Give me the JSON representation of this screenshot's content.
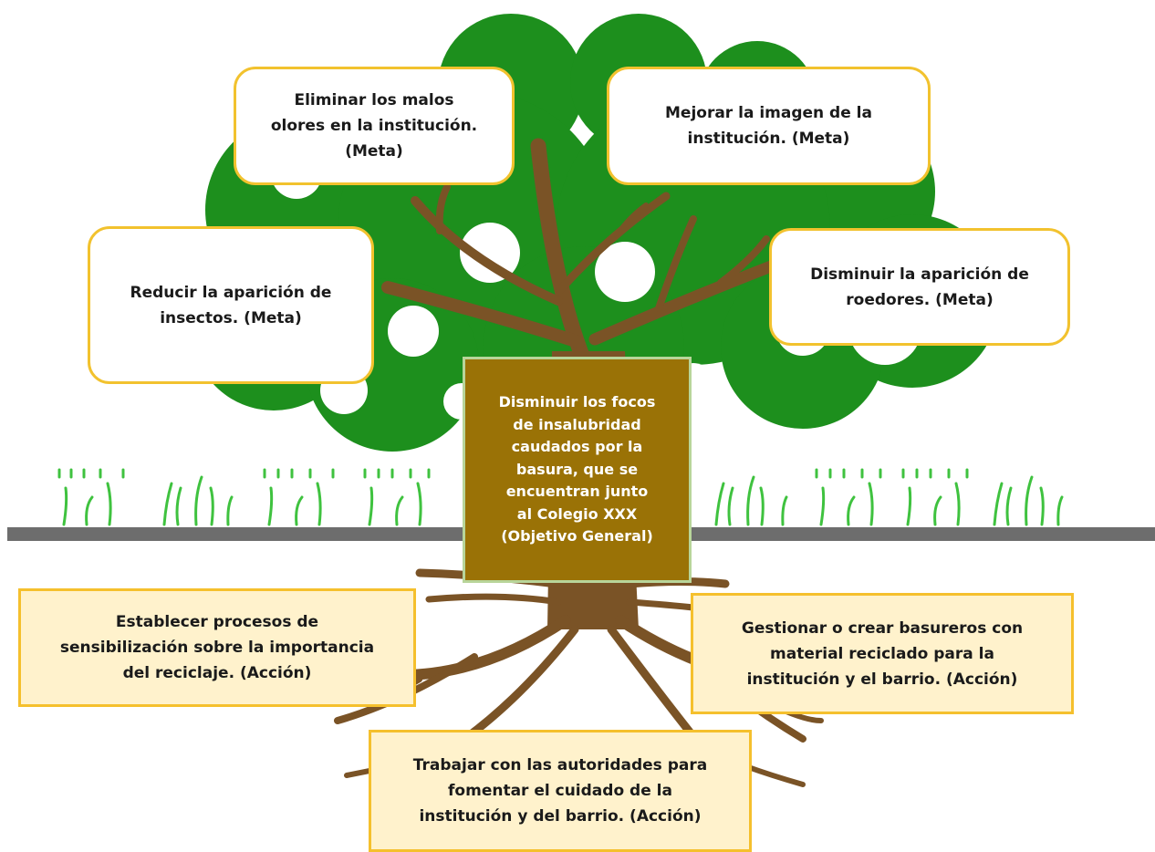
{
  "colors": {
    "canopy": "#1d8f1d",
    "trunk": "#7a5326",
    "ground": "#6d6d6d",
    "grass": "#3fc23f",
    "meta_border": "#f2c22e",
    "accion_fill": "#fff2cc",
    "objetivo_fill": "#9a7206"
  },
  "metas": {
    "m1": "Eliminar los malos\nolores en la institución.\n(Meta)",
    "m2": "Mejorar la imagen de la\ninstitución. (Meta)",
    "m3": "Reducir la aparición de\ninsectos. (Meta)",
    "m4": "Disminuir la aparición de\nroedores. (Meta)"
  },
  "objetivo": "Disminuir los focos\nde insalubridad\ncaudados por la\nbasura, que se\nencuentran junto\nal Colegio XXX\n(Objetivo General)",
  "acciones": {
    "a1": "Establecer procesos de\nsensibilización sobre la importancia\ndel reciclaje. (Acción)",
    "a2": "Gestionar o crear basureros con\nmaterial reciclado para la\ninstitución y el barrio. (Acción)",
    "a3": "Trabajar con las autoridades para\nfomentar el cuidado de la\ninstitución y del barrio. (Acción)"
  }
}
